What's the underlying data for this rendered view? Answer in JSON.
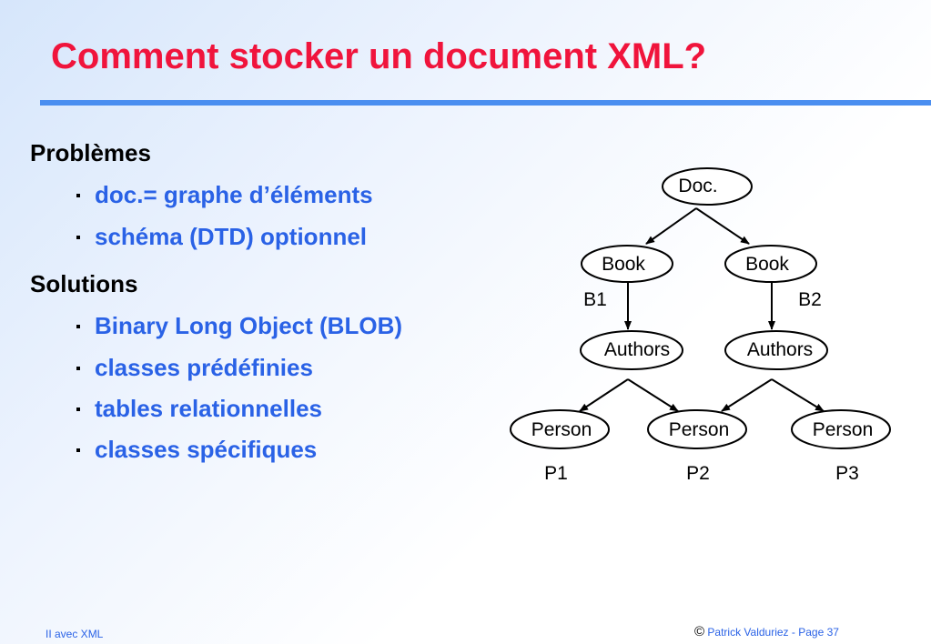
{
  "title": "Comment stocker un document XML?",
  "sections": [
    {
      "heading": "Problèmes",
      "items": [
        "doc.= graphe d’éléments",
        "schéma (DTD) optionnel"
      ]
    },
    {
      "heading": "Solutions",
      "items": [
        "Binary Long Object (BLOB)",
        "classes prédéfinies",
        "tables relationnelles",
        "classes spécifiques"
      ]
    }
  ],
  "diagram": {
    "nodes": {
      "doc": "Doc.",
      "book1": "Book",
      "book2": "Book",
      "authors1": "Authors",
      "authors2": "Authors",
      "person1": "Person",
      "person2": "Person",
      "person3": "Person"
    },
    "labels": {
      "b1": "B1",
      "b2": "B2",
      "p1": "P1",
      "p2": "P2",
      "p3": "P3"
    }
  },
  "footer": {
    "left": "II avec XML",
    "copyright": "©",
    "right": "Patrick Valduriez - Page  37"
  }
}
